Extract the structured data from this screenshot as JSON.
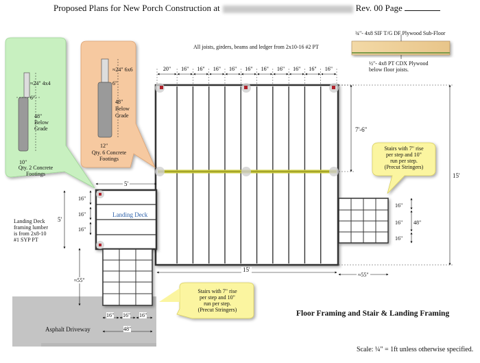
{
  "header": {
    "title_prefix": "Proposed Plans for New Porch Construction at",
    "rev": "Rev. 00  Page"
  },
  "notes": {
    "joists_note": "All joists, girders, beams and ledger from 2x10-16 #2 PT",
    "subfloor": "¾\"- 4x8 SIF T/G DF  Plywood Sub-Floor",
    "cdx_line1": "½\"- 4x8 PT CDX Plywood",
    "cdx_line2": "below floor joists.",
    "landing_lumber": [
      "Landing Deck",
      "framing lumber",
      "is from 2x8-10",
      "#1 SYP PT"
    ]
  },
  "callouts": {
    "stairs_right": [
      "Stairs with 7\" rise",
      "per step and 10\"",
      "run per step.",
      "(Precut Stringers)"
    ],
    "stairs_bottom": [
      "Stairs with 7\" rise",
      "per step and 10\"",
      "run per step.",
      "(Precut Stringers)"
    ],
    "footing_small": {
      "dims": [
        "≈24\" 4x4",
        "6\"",
        "48\"",
        "Below",
        "Grade",
        "10\""
      ],
      "qty": [
        "Qty. 2 Concrete",
        "Footings"
      ]
    },
    "footing_large": {
      "dims": [
        "≈24\" 6x6",
        "6\"",
        "48\"",
        "Below",
        "Grade",
        "12\""
      ],
      "qty": [
        "Qty. 6 Concrete",
        "Footings"
      ]
    }
  },
  "dimensions": {
    "joist_spacing": [
      "20\"",
      "16\"",
      "16\"",
      "16\"",
      "16\"",
      "16\"",
      "16\"",
      "16\"",
      "16\"",
      "16\"",
      "16\""
    ],
    "deck_depth_half": "7'-6\"",
    "deck_depth": "15'",
    "deck_width": "15'",
    "landing_width": "5'",
    "landing_depth": "5'",
    "landing_joists": [
      "16\"",
      "16\"",
      "16\""
    ],
    "right_stair_steps": [
      "16\"",
      "16\"",
      "16\""
    ],
    "right_stair_width": "48\"",
    "right_stair_run": "≈55\"",
    "bottom_stair_run": "≈55\"",
    "bottom_stair_steps": [
      "16\"",
      "16\"",
      "16\""
    ],
    "bottom_stair_width": "48\""
  },
  "labels": {
    "landing_deck": "Landing Deck",
    "driveway": "Asphalt Driveway",
    "drawing_title": "Floor Framing and Stair & Landing Framing",
    "scale": "Scale: ¼\" = 1ft unless otherwise specified."
  },
  "colors": {
    "footing_small_bubble": "#c8f0c0",
    "footing_large_bubble": "#f6c9a0",
    "callout_yellow": "#fbf5a0",
    "beam_yellow": "#c8c83c",
    "post_red": "#b0202a",
    "landing_text": "#2a5fa8",
    "driveway_gray": "#c4c4c4"
  }
}
